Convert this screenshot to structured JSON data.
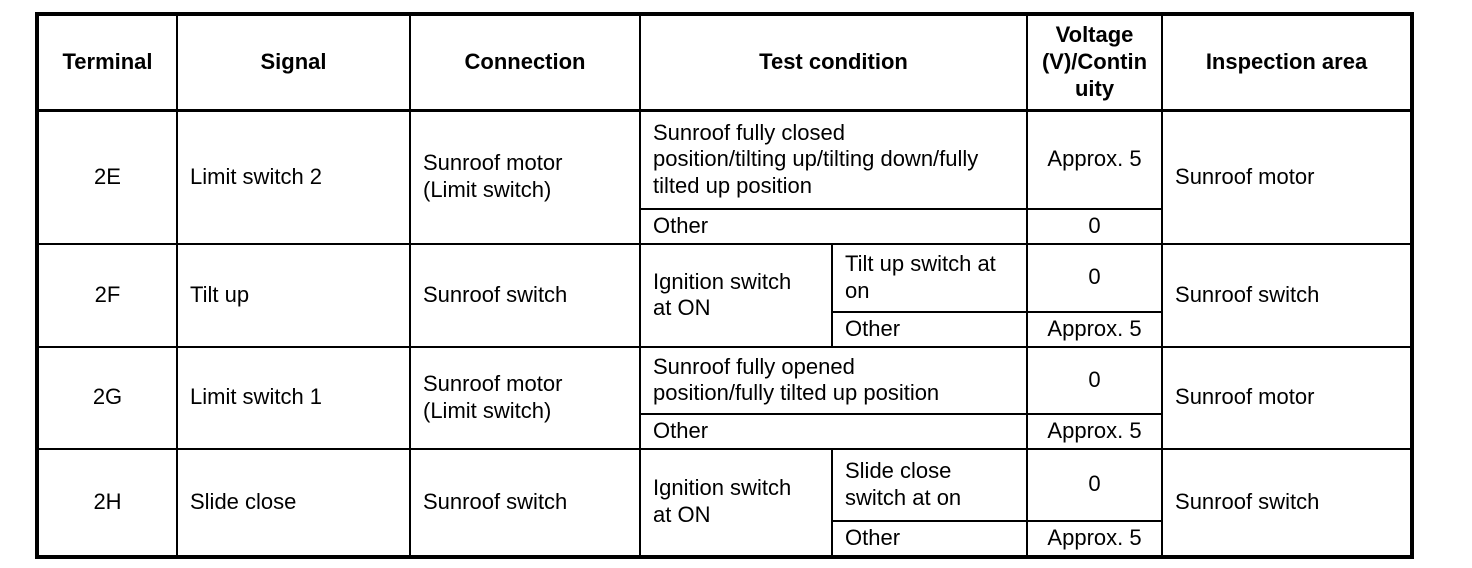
{
  "page": {
    "background": "#ffffff",
    "border_color": "#000000"
  },
  "table": {
    "headers": {
      "terminal": "Terminal",
      "signal": "Signal",
      "connection": "Connection",
      "test_condition": "Test condition",
      "voltage": "Voltage\n(V)/Contin\nuity",
      "inspection": "Inspection area"
    },
    "rows": [
      {
        "terminal": "2E",
        "signal": "Limit switch 2",
        "connection": "Sunroof motor\n(Limit switch)",
        "inspection": "Sunroof motor",
        "conditions": [
          {
            "condition": "Sunroof fully closed\nposition/tilting up/tilting down/fully\ntilted up position",
            "value": "Approx. 5"
          },
          {
            "condition": "Other",
            "value": "0"
          }
        ]
      },
      {
        "terminal": "2F",
        "signal": "Tilt up",
        "connection": "Sunroof switch",
        "inspection": "Sunroof switch",
        "condition_left": "Ignition switch\nat ON",
        "conditions": [
          {
            "condition": "Tilt up switch at\non",
            "value": "0"
          },
          {
            "condition": "Other",
            "value": "Approx. 5"
          }
        ]
      },
      {
        "terminal": "2G",
        "signal": "Limit switch 1",
        "connection": "Sunroof motor\n(Limit switch)",
        "inspection": "Sunroof motor",
        "conditions": [
          {
            "condition": "Sunroof fully opened\nposition/fully tilted up position",
            "value": "0"
          },
          {
            "condition": "Other",
            "value": "Approx. 5"
          }
        ]
      },
      {
        "terminal": "2H",
        "signal": "Slide close",
        "connection": "Sunroof switch",
        "inspection": "Sunroof switch",
        "condition_left": "Ignition switch\nat ON",
        "conditions": [
          {
            "condition": "Slide close\nswitch at on",
            "value": "0"
          },
          {
            "condition": "Other",
            "value": "Approx. 5"
          }
        ]
      }
    ]
  }
}
